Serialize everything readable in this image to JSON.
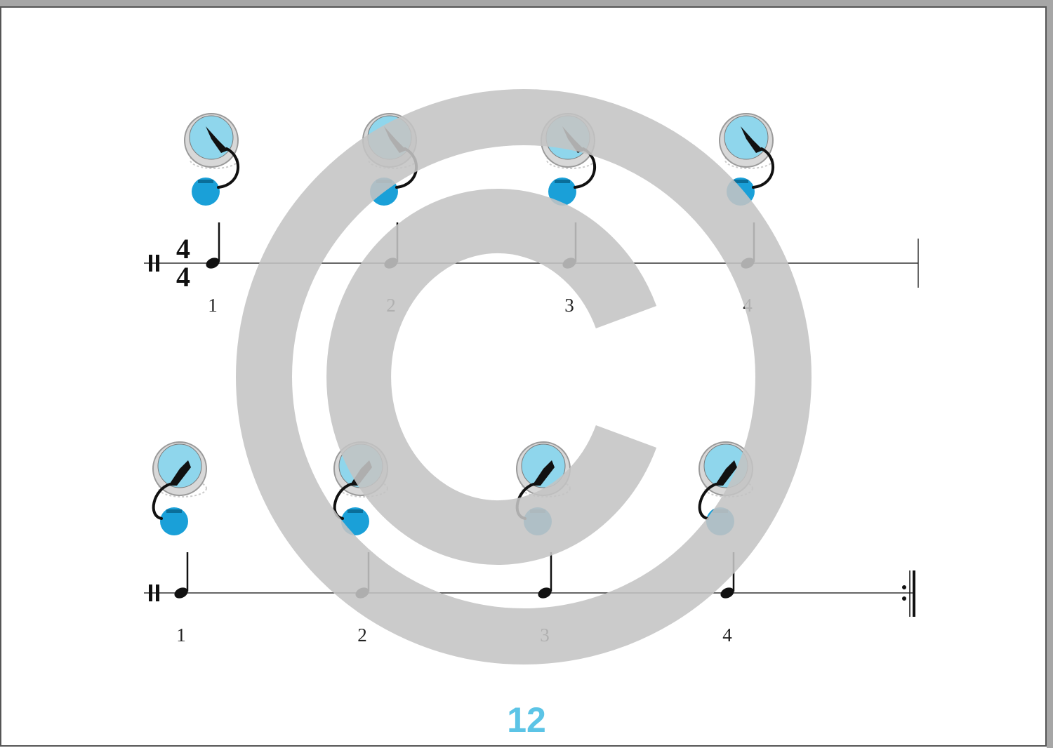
{
  "page": {
    "number": "12",
    "number_color": "#5cc4e6",
    "border_color": "#a6a6a6"
  },
  "time_signature": {
    "top": "4",
    "bottom": "4"
  },
  "colors": {
    "drum_head": "#8fd6ec",
    "drum_rim": "#d8d8d8",
    "ball": "#1aa0d8",
    "mallet": "#111111",
    "note": "#111111",
    "watermark": "#c4c4c4"
  },
  "measures": [
    {
      "beats": [
        {
          "label": "1",
          "hand_position": "on-head"
        },
        {
          "label": "2",
          "hand_position": "on-head"
        },
        {
          "label": "3",
          "hand_position": "on-head"
        },
        {
          "label": "4",
          "hand_position": "on-head"
        }
      ],
      "end_barline": "single"
    },
    {
      "beats": [
        {
          "label": "1",
          "hand_position": "above-rim"
        },
        {
          "label": "2",
          "hand_position": "below-rim"
        },
        {
          "label": "3",
          "hand_position": "below-rim"
        },
        {
          "label": "4",
          "hand_position": "below-rim"
        }
      ],
      "end_barline": "repeat-end"
    }
  ],
  "watermark": {
    "icon": "copyright-icon"
  }
}
